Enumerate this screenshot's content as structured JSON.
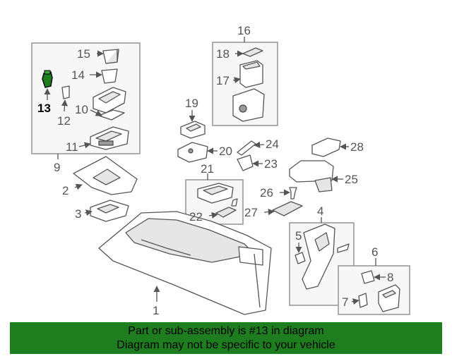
{
  "callouts": {
    "c1": "1",
    "c2": "2",
    "c3": "3",
    "c4": "4",
    "c5": "5",
    "c6": "6",
    "c7": "7",
    "c8": "8",
    "c9": "9",
    "c10": "10",
    "c11": "11",
    "c12": "12",
    "c13": "13",
    "c14": "14",
    "c15": "15",
    "c16": "16",
    "c17": "17",
    "c18": "18",
    "c19": "19",
    "c20": "20",
    "c21": "21",
    "c22": "22",
    "c23": "23",
    "c24": "24",
    "c25": "25",
    "c26": "26",
    "c27": "27",
    "c28": "28"
  },
  "highlight": {
    "part_number": "13",
    "color": "#1e7d1e"
  },
  "banner": {
    "line1": "Part or sub-assembly is #13 in diagram",
    "line2": "Diagram may not be specific to your vehicle",
    "color": "#1e7d1e"
  }
}
